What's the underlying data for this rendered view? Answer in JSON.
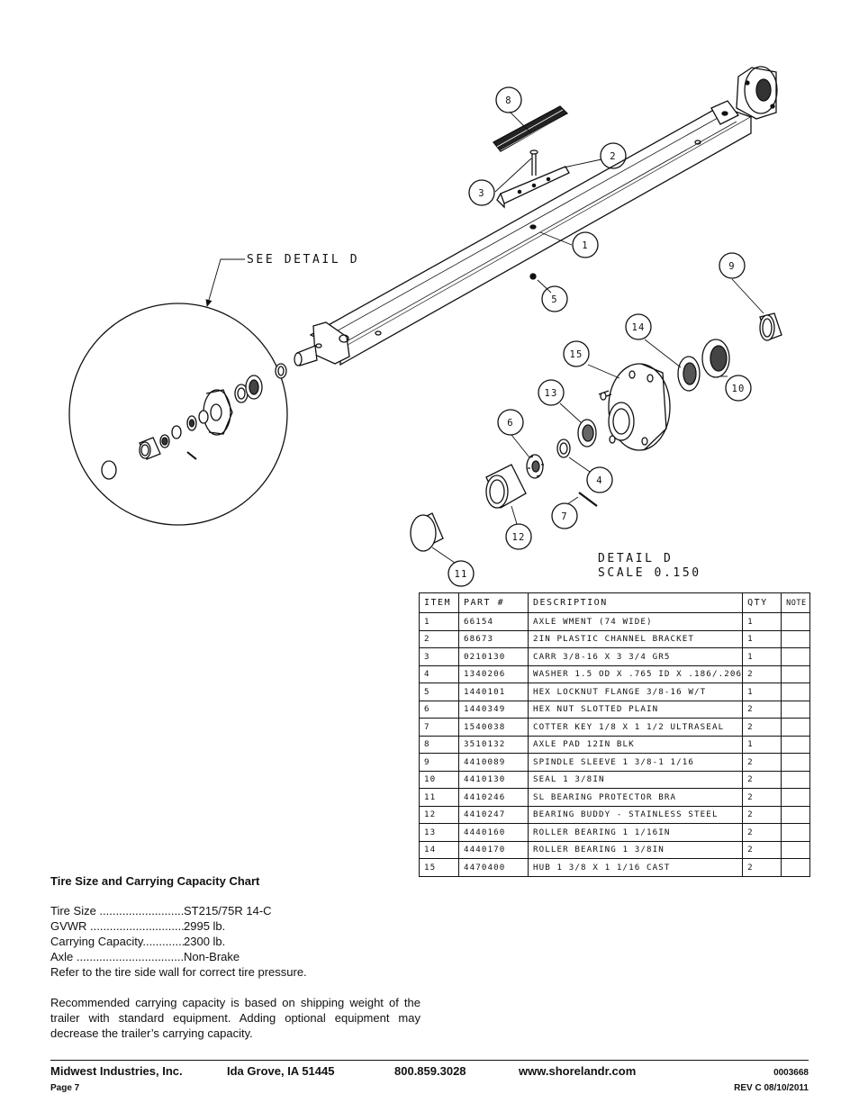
{
  "drawing": {
    "see_detail": "SEE DETAIL  D",
    "detail_title": "DETAIL  D",
    "detail_scale": "SCALE  0.150",
    "callouts": [
      "8",
      "2",
      "3",
      "1",
      "9",
      "5",
      "14",
      "15",
      "10",
      "13",
      "6",
      "4",
      "7",
      "12",
      "11"
    ]
  },
  "bom": {
    "headers": [
      "ITEM",
      "PART #",
      "DESCRIPTION",
      "QTY",
      "NOTE"
    ],
    "rows": [
      [
        "1",
        "66154",
        "AXLE WMENT (74 WIDE)",
        "1"
      ],
      [
        "2",
        "68673",
        "2IN PLASTIC CHANNEL BRACKET",
        "1"
      ],
      [
        "3",
        "0210130",
        "CARR 3/8-16 X 3 3/4 GR5",
        "1"
      ],
      [
        "4",
        "1340206",
        "WASHER 1.5 OD X .765 ID X .186/.206",
        "2"
      ],
      [
        "5",
        "1440101",
        "HEX LOCKNUT FLANGE 3/8-16 W/T",
        "1"
      ],
      [
        "6",
        "1440349",
        "HEX NUT SLOTTED PLAIN",
        "2"
      ],
      [
        "7",
        "1540038",
        "COTTER KEY 1/8 X 1 1/2 ULTRASEAL",
        "2"
      ],
      [
        "8",
        "3510132",
        "AXLE PAD 12IN  BLK",
        "1"
      ],
      [
        "9",
        "4410089",
        "SPINDLE SLEEVE  1 3/8-1 1/16",
        "2"
      ],
      [
        "10",
        "4410130",
        "SEAL  1 3/8IN",
        "2"
      ],
      [
        "11",
        "4410246",
        "SL BEARING PROTECTOR BRA",
        "2"
      ],
      [
        "12",
        "4410247",
        "BEARING BUDDY - STAINLESS STEEL",
        "2"
      ],
      [
        "13",
        "4440160",
        "ROLLER BEARING  1 1/16IN",
        "2"
      ],
      [
        "14",
        "4440170",
        "ROLLER BEARING  1 3/8IN",
        "2"
      ],
      [
        "15",
        "4470400",
        "HUB  1 3/8 X 1 1/16 CAST",
        "2"
      ]
    ]
  },
  "tire_chart": {
    "title": "Tire Size and Carrying Capacity Chart",
    "specs": [
      {
        "label": "Tire Size ........................................",
        "value": "ST215/75R 14-C"
      },
      {
        "label": "GVWR ..............................................",
        "value": "2995 lb."
      },
      {
        "label": "Carrying Capacity..................",
        "value": "2300 lb."
      },
      {
        "label": "Axle ..............................................................",
        "value": "Non-Brake"
      }
    ],
    "pressure_note": "Refer to the tire side wall for correct tire pressure.",
    "capacity_note": "Recommended carrying capacity is based on shipping weight of the trailer with standard equipment. Adding optional equipment may decrease the trailer’s carrying capacity."
  },
  "footer": {
    "company": "Midwest Industries, Inc.",
    "city": "Ida Grove, IA  51445",
    "phone": "800.859.3028",
    "website": "www.shorelandr.com",
    "doc_number": "0003668",
    "page": "Page 7",
    "revision": "REV C  08/10/2011"
  }
}
